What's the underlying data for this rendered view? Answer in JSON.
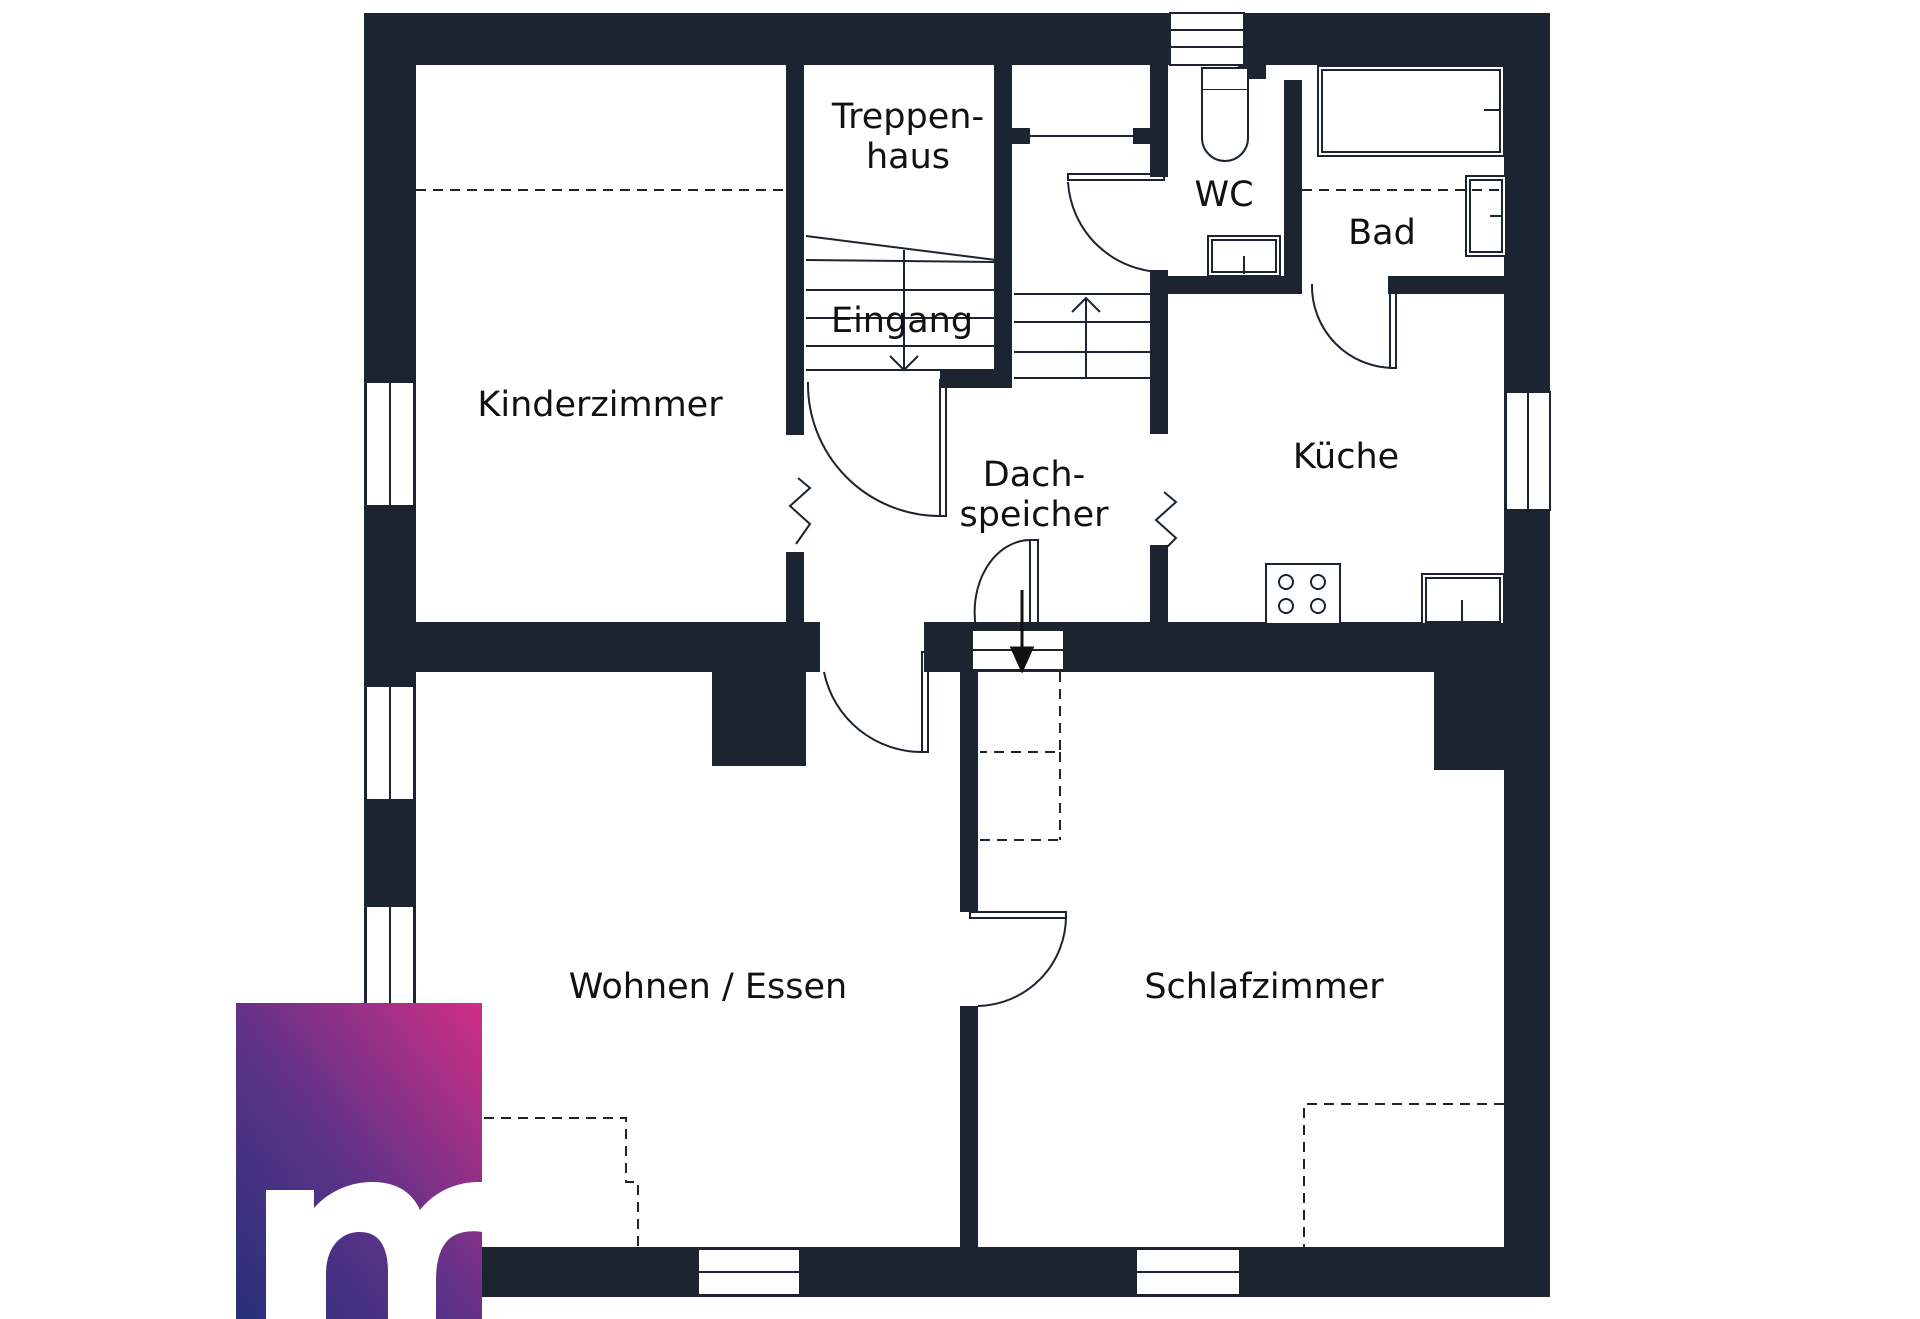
{
  "colors": {
    "wall": "#1c2430",
    "background": "#ffffff",
    "line": "#1c2430",
    "logo_start": "#d12e86",
    "logo_end": "#263079"
  },
  "rooms": {
    "kinderzimmer": "Kinderzimmer",
    "treppenhaus_1": "Treppen-",
    "treppenhaus_2": "haus",
    "eingang": "Eingang",
    "wc": "WC",
    "bad": "Bad",
    "dachspeicher_1": "Dach-",
    "dachspeicher_2": "speicher",
    "kueche": "Küche",
    "wohnen_essen": "Wohnen / Essen",
    "schlafzimmer": "Schlafzimmer"
  },
  "logo": {
    "letter": "m",
    "icon": "brand-logo-icon"
  }
}
